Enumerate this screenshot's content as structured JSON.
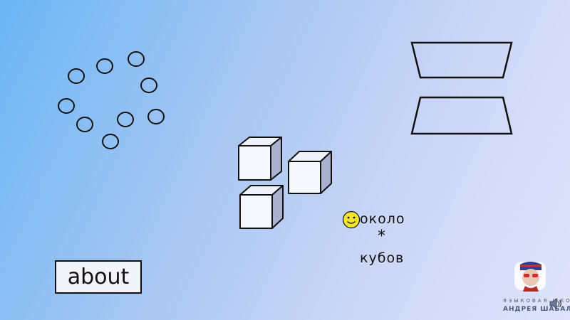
{
  "slide": {
    "about_label": "about",
    "word_top": "около",
    "separator": "*",
    "word_bottom": "кубов"
  },
  "logo": {
    "line1": "ЯЗЫКОВАЯ ШКОЛА",
    "line2": "АНДРЕЯ ШАБАЛИНА",
    "icon": "school-logo-icon"
  },
  "icons": {
    "smiley": "smiley-icon",
    "speaker": "speaker-icon"
  },
  "colors": {
    "outline": "#111111",
    "cube_top": "#f0f2fb",
    "cube_side": "#aab2cf",
    "smiley_fill": "#f5e32c",
    "logo_text": "#4a5a78"
  }
}
